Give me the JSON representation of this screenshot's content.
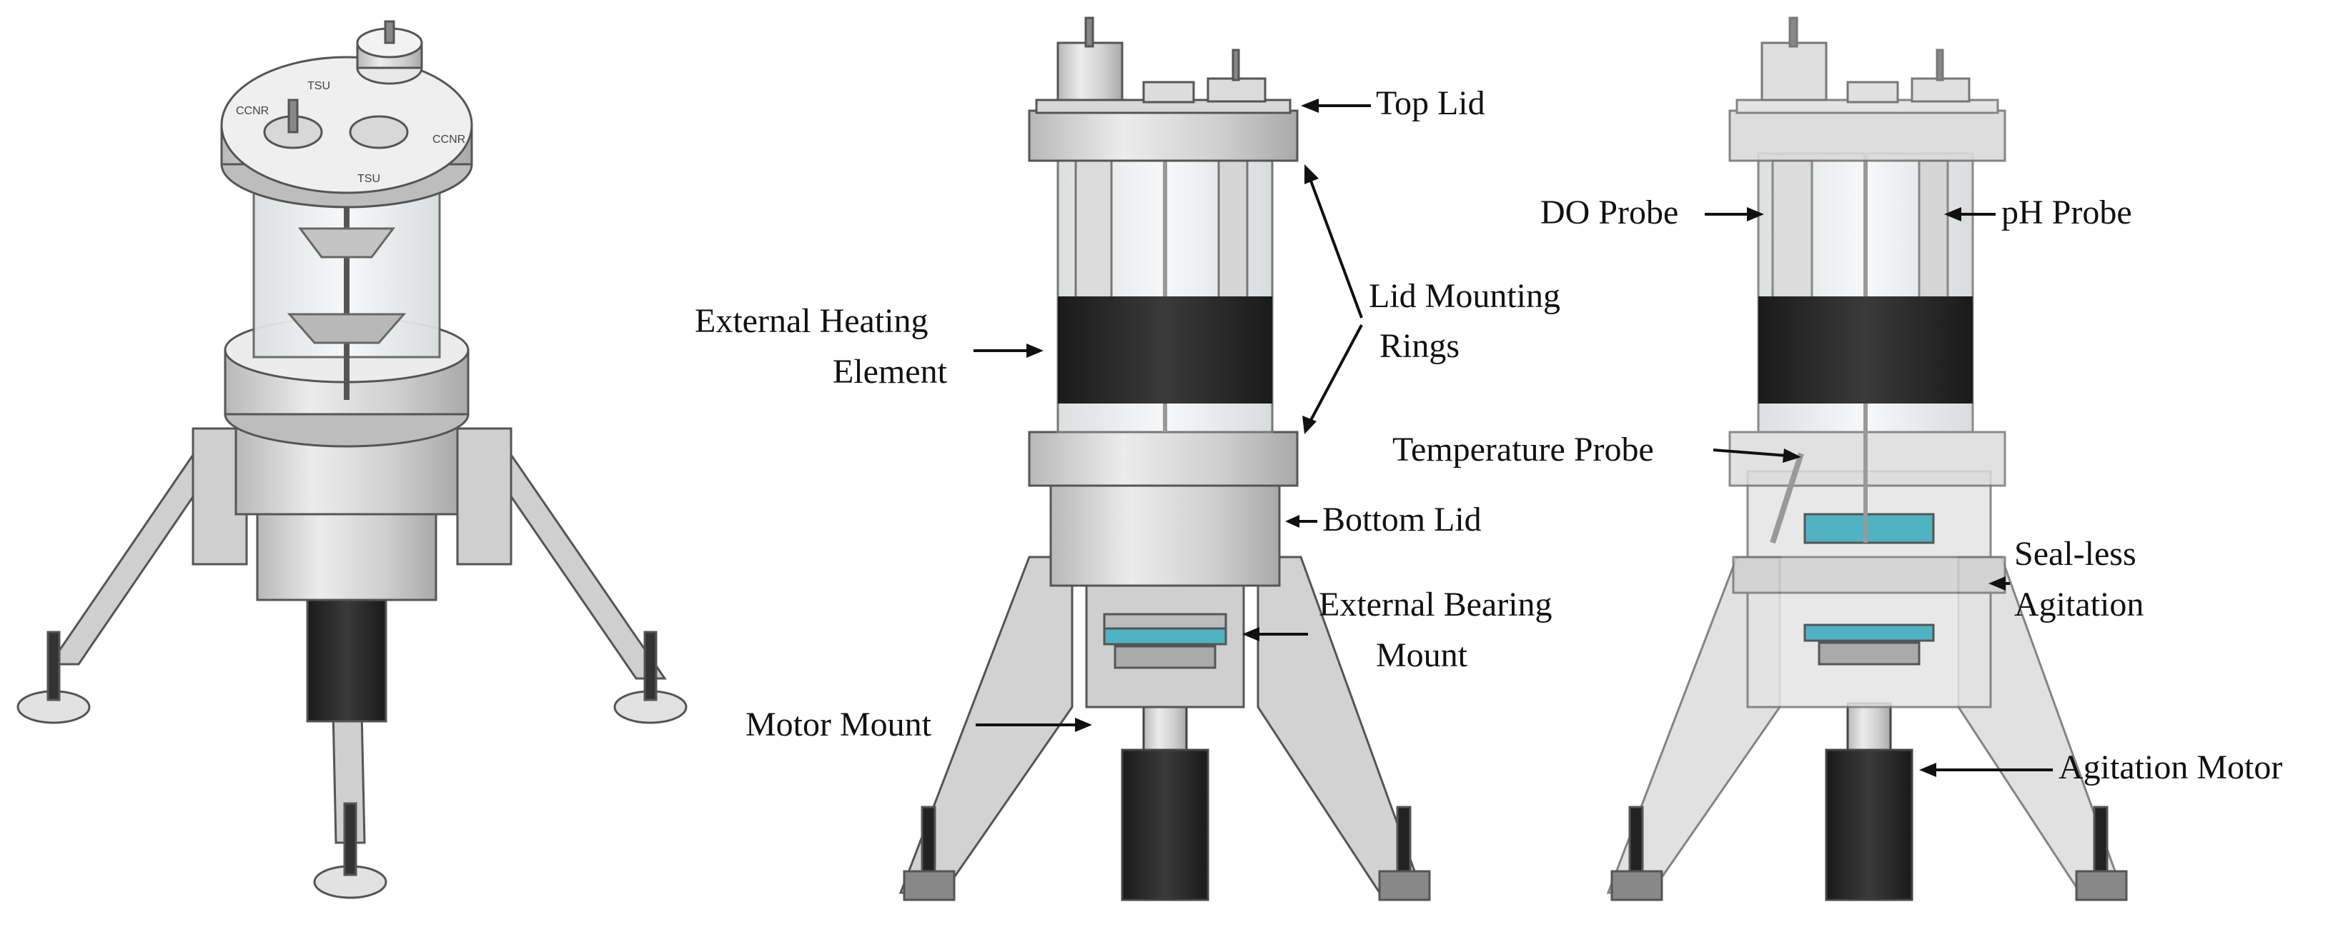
{
  "labels": {
    "top_lid": "Top Lid",
    "lid_rings_1": "Lid Mounting",
    "lid_rings_2": "Rings",
    "ext_heat_1": "External Heating",
    "ext_heat_2": "Element",
    "bottom_lid": "Bottom Lid",
    "ext_bearing_1": "External Bearing",
    "ext_bearing_2": "Mount",
    "motor_mount": "Motor Mount",
    "do_probe": "DO Probe",
    "ph_probe": "pH Probe",
    "temp_probe": "Temperature Probe",
    "sealless_1": "Seal-less",
    "sealless_2": "Agitation",
    "agitation_motor": "Agitation Motor"
  },
  "lid_engravings": [
    "TSU",
    "TSU",
    "CCNR",
    "CCNR"
  ],
  "colors": {
    "metal_light": "#e6e6e6",
    "metal_mid": "#bdbdbd",
    "metal_dark": "#8f8f8f",
    "glass": "#eef1f2",
    "heater": "#222222",
    "motor": "#333333",
    "bearing_teal": "#4fb3c3"
  }
}
